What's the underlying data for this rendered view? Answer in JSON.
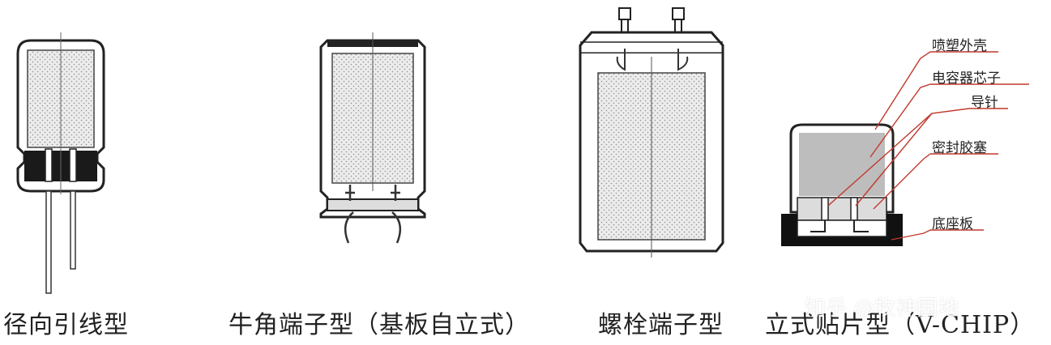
{
  "captions": {
    "radial": "径向引线型",
    "snap_in": "牛角端子型（基板自立式）",
    "screw": "螺栓端子型",
    "vchip": "立式贴片型（V-CHIP）"
  },
  "callouts": {
    "resin_shell": "喷塑外壳",
    "capacitor_core": "电容器芯子",
    "lead_pin": "导针",
    "rubber_seal": "密封胶塞",
    "base_plate": "底座板"
  },
  "watermark": "知乎 @牧神园地",
  "colors": {
    "outline": "#222222",
    "core_fill": "#e8e8e8",
    "dots": "#9a9a9a",
    "chip_body": "#bdbdbd",
    "callout_line": "#c0392b",
    "base_plate": "#111111"
  }
}
